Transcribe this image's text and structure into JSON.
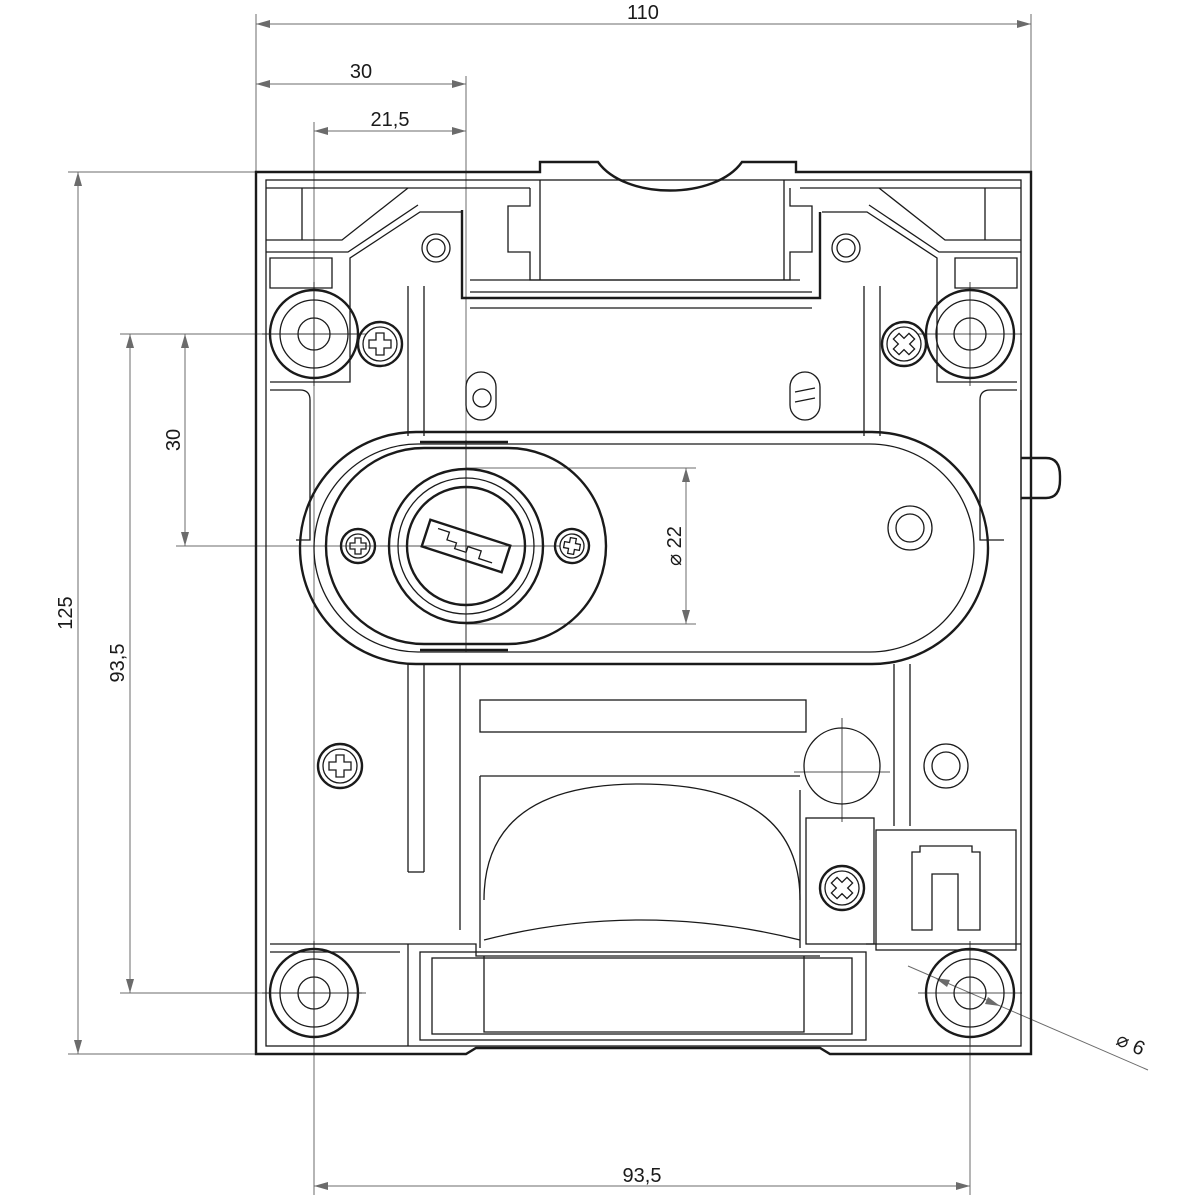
{
  "dimensions": {
    "overall_width": "110",
    "offset_30": "30",
    "offset_21_5": "21,5",
    "overall_height": "125",
    "vertical_93_5": "93,5",
    "vertical_30": "30",
    "cylinder_diameter": "⌀ 22",
    "hole_diameter": "⌀ 6",
    "horizontal_93_5": "93,5"
  }
}
